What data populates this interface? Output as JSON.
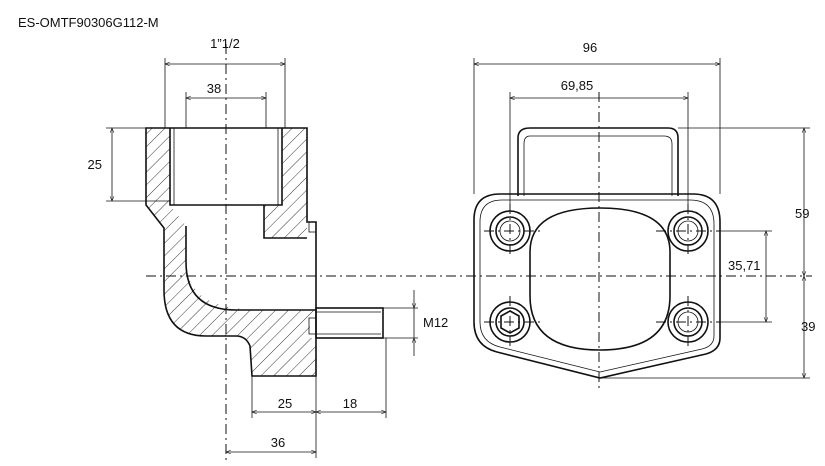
{
  "part_code": "ES-OMTF90306G112-M",
  "dimensions": {
    "thread_size": "1”1/2",
    "bore": "38",
    "depth": "25",
    "bolt_thread": "M12",
    "offset_bottom": "25",
    "bolt_length": "18",
    "body_width_bottom": "36",
    "overall_width": "96",
    "bolt_spacing_horizontal": "69,85",
    "overall_height": "59",
    "bolt_spacing_vertical": "35,71",
    "lower_height": "39"
  }
}
